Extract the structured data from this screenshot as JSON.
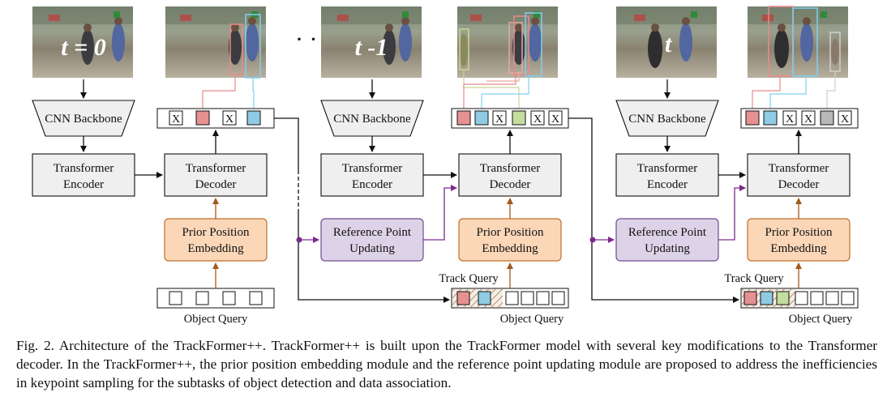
{
  "frames": [
    {
      "time_label": "t = 0"
    },
    {
      "time_label": ""
    },
    {
      "time_label": "t -1"
    },
    {
      "time_label": ""
    },
    {
      "time_label": "t"
    },
    {
      "time_label": ""
    }
  ],
  "ellipsis": "· · ·",
  "blocks": {
    "cnn_backbone": "CNN Backbone",
    "transformer_encoder": [
      "Transformer",
      "Encoder"
    ],
    "transformer_decoder": [
      "Transformer",
      "Decoder"
    ],
    "prior_position_embedding": [
      "Prior Position",
      "Embedding"
    ],
    "reference_point_updating": [
      "Reference Point",
      "Updating"
    ]
  },
  "query_labels": {
    "object_query": "Object Query",
    "track_query": "Track Query"
  },
  "empty_slot_mark": "X",
  "colors": {
    "encoder_fill": "#efefef",
    "prior_fill": "#fbd7b8",
    "prior_border": "#c06f2a",
    "ref_fill": "#ddd3e8",
    "ref_border": "#6b4e8e",
    "orange_arrow": "#a15a1e",
    "purple_arrow": "#7a2a8c",
    "track_red": "#e59191",
    "track_blue": "#8fcbe3",
    "track_green": "#c4dd9f",
    "track_gray": "#b8b8b8"
  },
  "caption": "Fig. 2. Architecture of the TrackFormer++. TrackFormer++ is built upon the TrackFormer model with several key modifications to the Transformer decoder. In the TrackFormer++, the prior position embedding module and the reference point updating module are proposed to address the inefficiencies in keypoint sampling for the subtasks of object detection and data association."
}
